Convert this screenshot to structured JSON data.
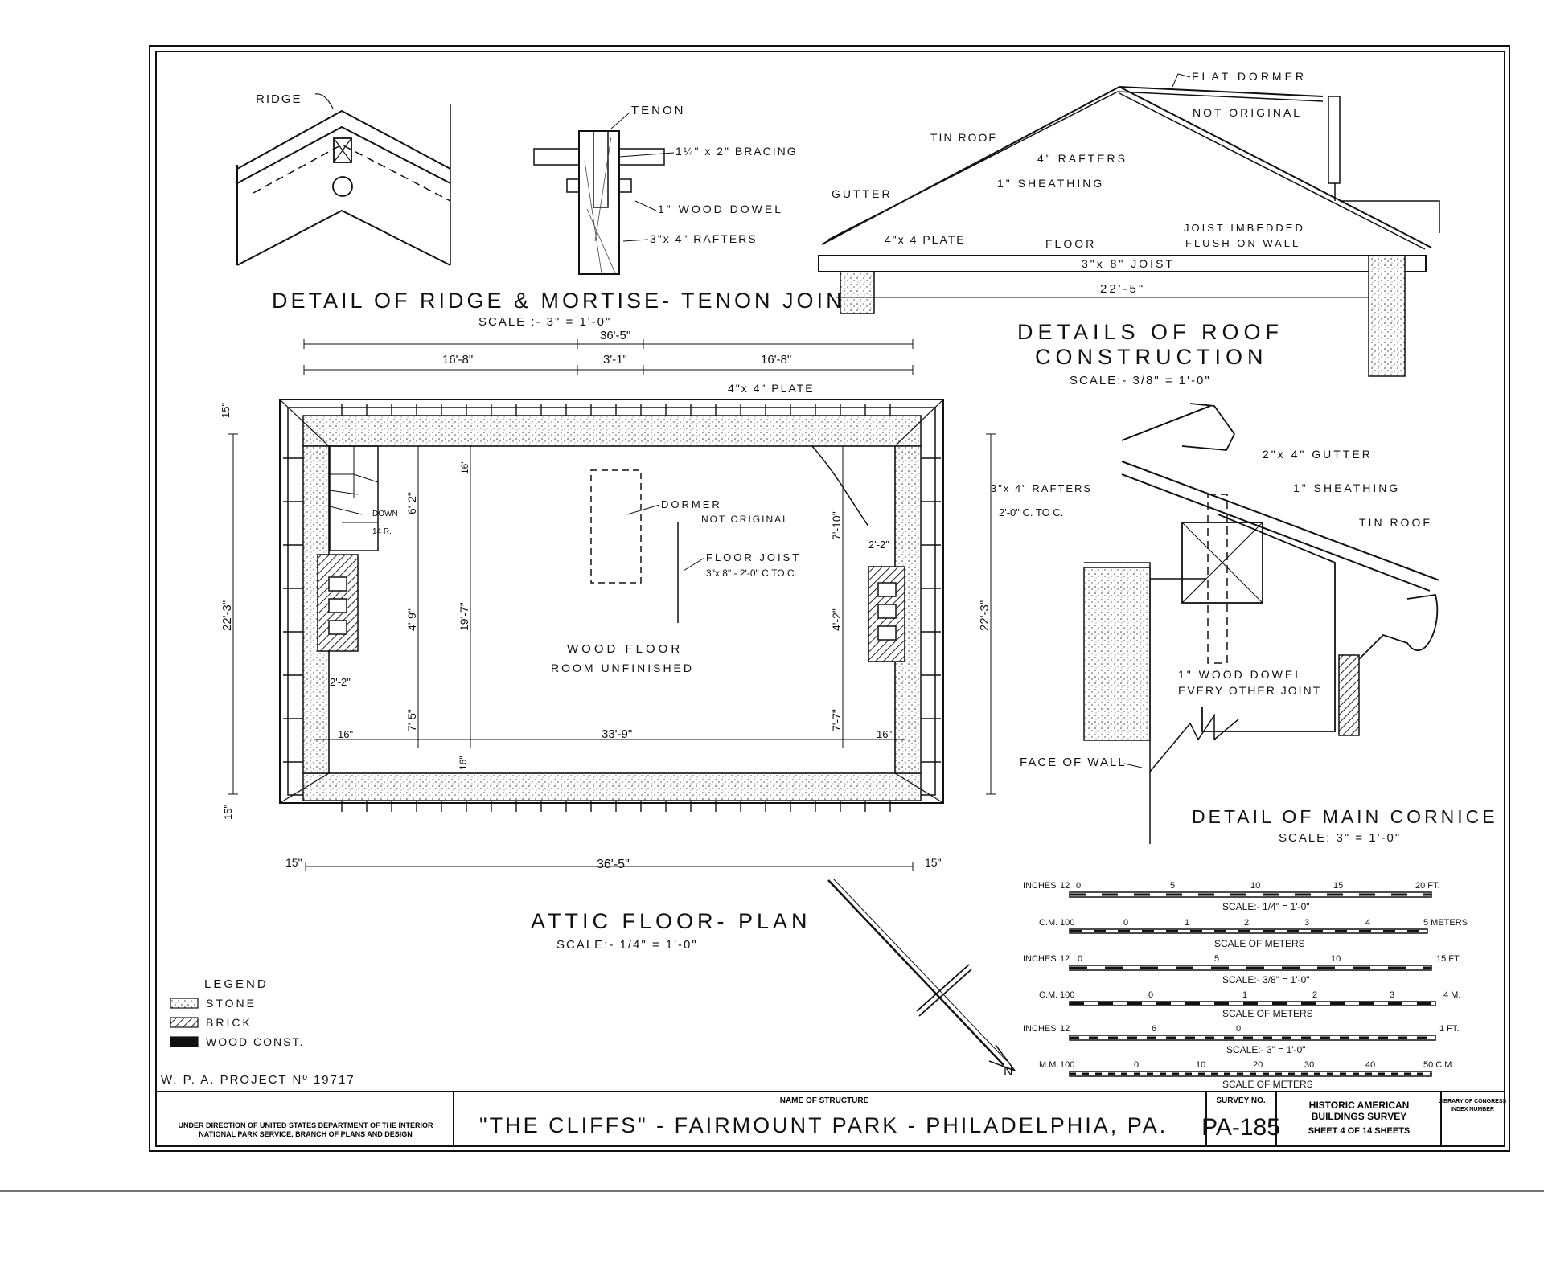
{
  "sheet": {
    "wpa_project": "W. P. A. PROJECT Nº 19717",
    "agency": [
      "UNDER DIRECTION OF UNITED STATES DEPARTMENT OF THE INTERIOR",
      "NATIONAL PARK SERVICE, BRANCH OF PLANS AND DESIGN"
    ],
    "name_label": "NAME OF STRUCTURE",
    "structure_name": "\"THE CLIFFS\" - FAIRMOUNT PARK - PHILADELPHIA, PA.",
    "survey_label": "SURVEY NO.",
    "survey_no": "PA-185",
    "habs": [
      "HISTORIC AMERICAN",
      "BUILDINGS SURVEY"
    ],
    "sheet_no": "SHEET 4 OF 14 SHEETS",
    "loc": [
      "LIBRARY OF CONGRESS",
      "INDEX NUMBER"
    ]
  },
  "ridge_detail": {
    "title": "DETAIL OF RIDGE & MORTISE- TENON JOINT",
    "scale": "SCALE :- 3\" = 1'-0\"",
    "labels": [
      "RIDGE",
      "TENON",
      "1¼\" x 2\" BRACING",
      "1\" WOOD DOWEL",
      "3\"x 4\" RAFTERS"
    ]
  },
  "roof_detail": {
    "title": [
      "DETAILS OF ROOF",
      "CONSTRUCTION"
    ],
    "scale": "SCALE:- 3/8\" = 1'-0\"",
    "labels": [
      "FLAT DORMER",
      "NOT ORIGINAL",
      "TIN ROOF",
      "4\" RAFTERS",
      "1\" SHEATHING",
      "GUTTER",
      "4\"x 4 PLATE",
      "FLOOR",
      "JOIST IMBEDDED",
      "FLUSH ON WALL",
      "3\"x 8\" JOIST",
      "22'-5\""
    ]
  },
  "plan": {
    "title": "ATTIC FLOOR- PLAN",
    "scale": "SCALE:- 1/4\" = 1'-0\"",
    "dims": {
      "overall_top": "36'-5\"",
      "left_seg": "16'-8\"",
      "mid_seg": "3'-1\"",
      "right_seg": "16'-8\"",
      "plate": "4\"x 4\" PLATE",
      "left_h": "22'-3\"",
      "right_h": "22'-3\"",
      "w15": "15\"",
      "d16": "16\"",
      "stair_h": "6'-2\"",
      "chim_h": "4'-9\"",
      "low_h": "7'-5\"",
      "mid_h": "19'-7\"",
      "right_top": "7'-10\"",
      "right_chim": "4'-2\"",
      "right_low": "7'-7\"",
      "c22": "2'-2\"",
      "inner_w": "33'-9\"",
      "overall_bottom": "36'-5\""
    },
    "labels": {
      "down": "DOWN",
      "risers": "14 R.",
      "dormer": "DORMER",
      "dormer_note": "NOT ORIGINAL",
      "joist": "FLOOR JOIST",
      "joist_note": "3\"x 8\" - 2'-0\" C.TO C.",
      "floor": "WOOD FLOOR",
      "room": "ROOM UNFINISHED"
    }
  },
  "cornice_detail": {
    "title": "DETAIL OF MAIN CORNICE",
    "scale": "SCALE: 3\" = 1'-0\"",
    "labels": [
      "2\"x 4\" GUTTER",
      "1\" SHEATHING",
      "TIN ROOF",
      "3\"x 4\" RAFTERS",
      "2'-0\" C. TO C.",
      "1\" WOOD DOWEL",
      "EVERY OTHER JOINT",
      "FACE OF WALL"
    ]
  },
  "legend": {
    "title": "LEGEND",
    "items": [
      "STONE",
      "BRICK",
      "WOOD CONST."
    ]
  },
  "north": "N",
  "scales": [
    {
      "unit": "INCHES",
      "lead": "12",
      "ticks": [
        "0",
        "5",
        "10",
        "15",
        "20 FT."
      ],
      "caption": "SCALE:- 1/4\" = 1'-0\""
    },
    {
      "unit": "C.M.",
      "lead": "100",
      "ticks": [
        "0",
        "1",
        "2",
        "3",
        "4",
        "5 METERS"
      ],
      "caption": "SCALE OF METERS"
    },
    {
      "unit": "INCHES",
      "lead": "12",
      "ticks": [
        "0",
        "5",
        "10",
        "15 FT."
      ],
      "caption": "SCALE:- 3/8\" = 1'-0\""
    },
    {
      "unit": "C.M.",
      "lead": "100",
      "ticks": [
        "0",
        "1",
        "2",
        "3",
        "4 M."
      ],
      "caption": "SCALE OF METERS"
    },
    {
      "unit": "INCHES",
      "lead": "12",
      "ticks": [
        "6",
        "0",
        "1 FT."
      ],
      "caption": "SCALE:- 3\" = 1'-0\""
    },
    {
      "unit": "M.M.",
      "lead": "100",
      "ticks": [
        "0",
        "10",
        "20",
        "30",
        "40",
        "50 C.M."
      ],
      "caption": "SCALE OF METERS"
    }
  ]
}
